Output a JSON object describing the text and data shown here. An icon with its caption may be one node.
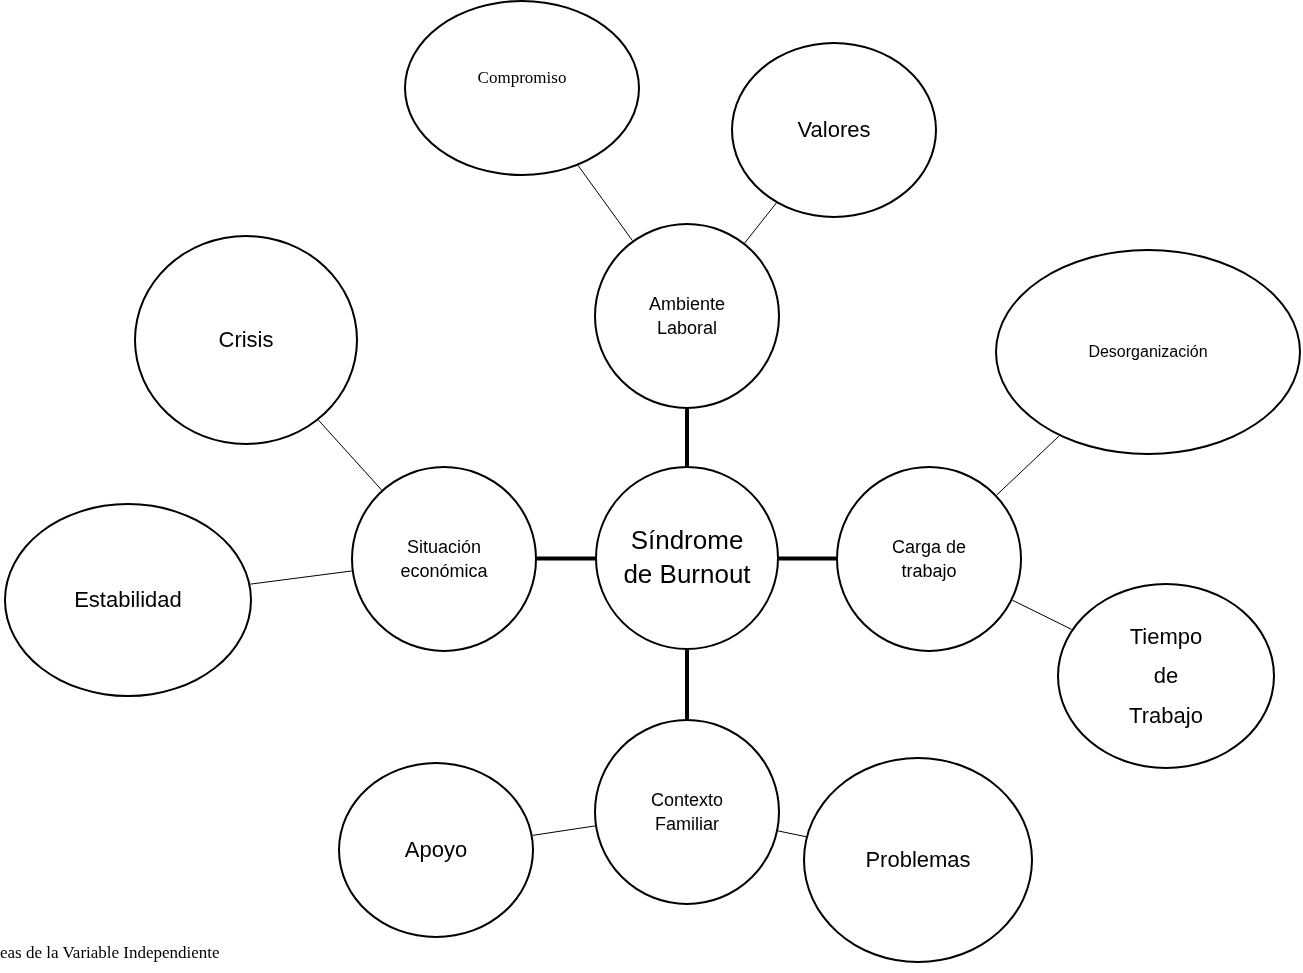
{
  "diagram": {
    "caption": "eas de la Variable Independiente",
    "nodes": [
      {
        "text": [
          "Síndrome de Burnout"
        ]
      },
      {
        "text": [
          "Ambiente Laboral"
        ]
      },
      {
        "text": [
          "Compromiso"
        ]
      },
      {
        "text": [
          "Valores"
        ]
      },
      {
        "text": [
          "Crisis"
        ]
      },
      {
        "text": [
          "Situación económica"
        ]
      },
      {
        "text": [
          "Estabilidad"
        ]
      },
      {
        "text": [
          "Carga de trabajo"
        ]
      },
      {
        "text": [
          "Desorganización"
        ]
      },
      {
        "text": [
          "Tiempo de Trabajo"
        ]
      },
      {
        "text": [
          "Contexto Familiar"
        ]
      },
      {
        "text": [
          "Apoyo"
        ]
      },
      {
        "text": [
          "Problemas"
        ]
      }
    ],
    "edges": [
      {
        "from": 0,
        "to": 1,
        "arrow": "none",
        "style": "thick"
      },
      {
        "from": 1,
        "to": 2,
        "arrow": "none"
      },
      {
        "from": 1,
        "to": 3,
        "arrow": "none"
      },
      {
        "from": 0,
        "to": 5,
        "arrow": "none",
        "style": "thick"
      },
      {
        "from": 5,
        "to": 4,
        "arrow": "none"
      },
      {
        "from": 5,
        "to": 6,
        "arrow": "none"
      },
      {
        "from": 0,
        "to": 7,
        "arrow": "none",
        "style": "thick"
      },
      {
        "from": 7,
        "to": 8,
        "arrow": "none"
      },
      {
        "from": 7,
        "to": 9,
        "arrow": "none"
      },
      {
        "from": 0,
        "to": 10,
        "arrow": "none",
        "style": "thick"
      },
      {
        "from": 10,
        "to": 11,
        "arrow": "none"
      },
      {
        "from": 10,
        "to": 12,
        "arrow": "none"
      }
    ]
  }
}
